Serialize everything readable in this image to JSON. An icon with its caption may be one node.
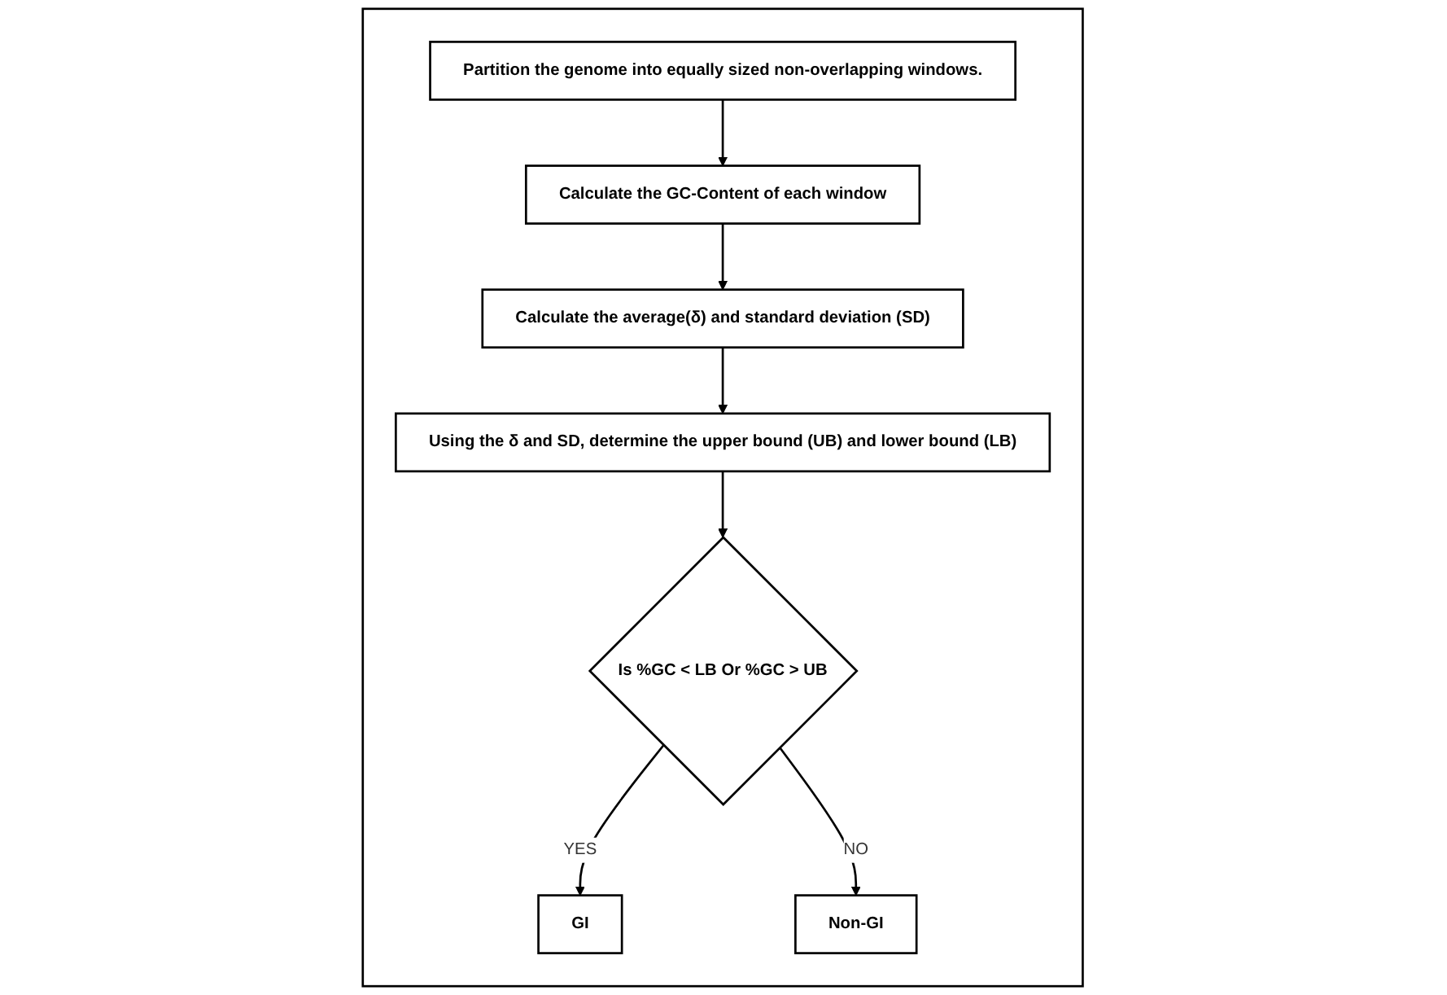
{
  "diagram": {
    "nodes": [
      {
        "text": [],
        "shape": "box"
      },
      {
        "text": [
          "Partition the genome into equally sized non-overlapping windows."
        ],
        "in": 0
      },
      {
        "text": [
          "Calculate the GC-Content of each window"
        ],
        "in": 0
      },
      {
        "text": [
          "Calculate the average(δ) and standard deviation (SD)"
        ],
        "in": 0
      },
      {
        "text": [
          "Using the δ and SD, determine the upper bound (UB) and lower bound (LB)"
        ],
        "in": 0
      },
      {
        "text": [
          "Is %GC < LB Or %GC > UB"
        ],
        "in": 0
      },
      {
        "text": [
          "GI"
        ],
        "in": 0
      },
      {
        "text": [
          "Non-GI"
        ],
        "in": 0
      }
    ],
    "edges": [
      {
        "from": 1,
        "to": 2,
        "arrow": "to"
      },
      {
        "from": 2,
        "to": 3,
        "arrow": "to"
      },
      {
        "from": 3,
        "to": 4,
        "arrow": "to"
      },
      {
        "from": 4,
        "to": 5,
        "arrow": "to"
      },
      {
        "from": 5,
        "to": 6,
        "label": "YES",
        "arrow": "to"
      },
      {
        "from": 5,
        "to": 7,
        "label": "NO",
        "arrow": "to"
      }
    ]
  }
}
